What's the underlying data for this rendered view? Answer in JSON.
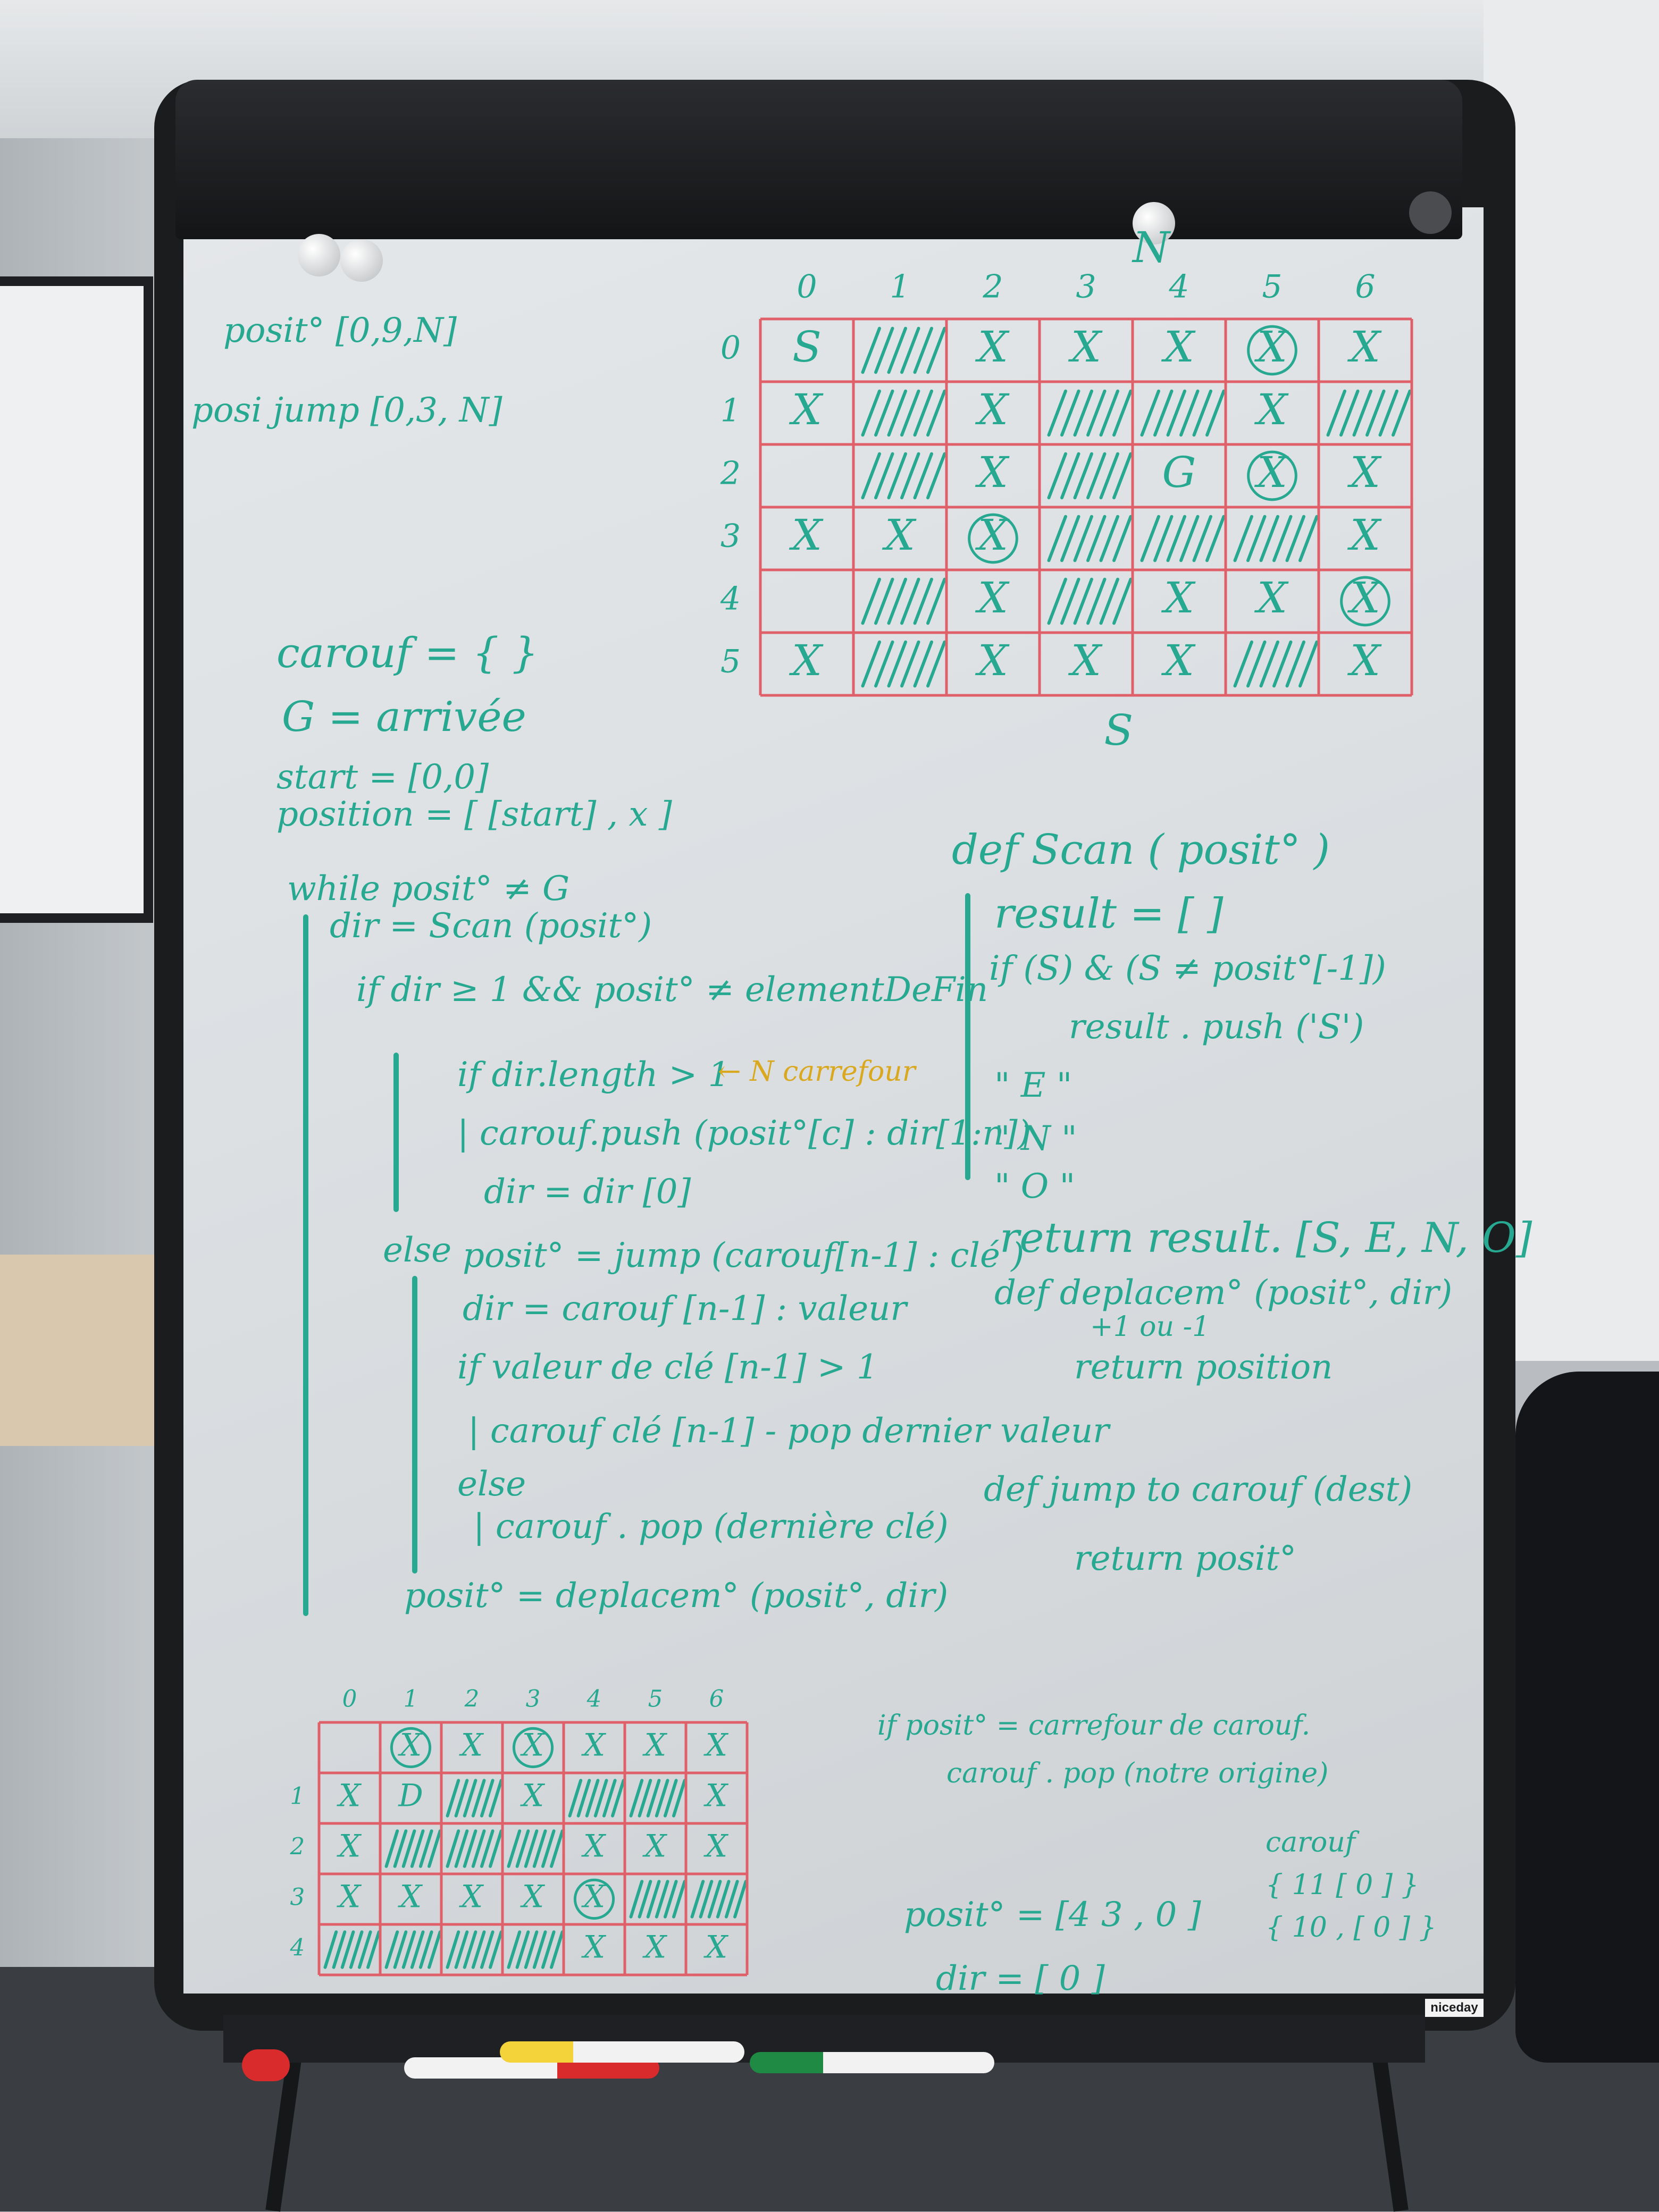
{
  "board": {
    "brand": "niceday",
    "notes": {
      "posit": "posit° [0,9,N]",
      "jump": "posi jump [0,3, N]",
      "carrefour": "carouf = { }",
      "g_arrivee": "G = arrivée",
      "start": "start = [0,0]",
      "position": "position = [ [start] , x ]",
      "while": "while posit° ≠ G",
      "dir_scan": "dir = Scan (posit°)",
      "if_dir": "if dir ≥ 1 && posit° ≠ elementDeFin",
      "if_length": "if dir.length > 1",
      "carrefour_note": "← N carrefour",
      "push": "| carouf.push (posit°[c] : dir[1:n])",
      "dir_assign": "dir = dir [0]",
      "else": "else",
      "posit_jump": "posit° = jump (carouf[n-1] : clé )",
      "dir_valeur": "dir = carouf [n-1] : valeur",
      "if_valeur": "if valeur de clé [n-1] > 1",
      "pop_last": "| carouf clé [n-1] - pop dernier valeur",
      "else2": "else",
      "pop": "| carouf . pop (dernière clé)",
      "deplacem": "posit° = deplacem° (posit°, dir)",
      "def_scan": "def Scan ( posit° )",
      "result_init": "result = [ ]",
      "if_s": "if (S) & (S ≠ posit°[-1])",
      "push_s": "result . push ('S')",
      "line_e": "\"  E  \"",
      "line_n": "\"  N  \"",
      "line_o": "\"  O  \"",
      "return_result": "return result. [S, E, N, O]",
      "def_deplacem": "def deplacem° (posit°, dir)",
      "plus_minus": "+1 ou -1",
      "return_position": "return position",
      "def_jump": "def jump to carouf (dest)",
      "return_posit": "return posit°",
      "if_posit": "if posit° = carrefour de carouf.",
      "carouf_pop": "carouf . pop (notre origine)",
      "bottom_posit": "posit° = [4 3 , 0 ]",
      "bottom_dir": "dir = [ 0 ]",
      "carouf_label": "carouf",
      "carouf_entry1": "{ 11 [ 0 ] }",
      "carouf_entry2": "{ 10 , [ 0 ] }"
    },
    "grid_top": {
      "col_headers": [
        "0",
        "1",
        "2",
        "3",
        "4",
        "5",
        "6"
      ],
      "row_headers": [
        "0",
        "1",
        "2",
        "3",
        "4",
        "5"
      ],
      "label_top": "N",
      "label_bottom": "S",
      "cells": [
        [
          "S",
          "#",
          "X",
          "X",
          "X",
          "(X)",
          "X"
        ],
        [
          "X",
          "#",
          "X",
          "#",
          "#",
          "X",
          "#"
        ],
        [
          "",
          "#",
          "X",
          "#",
          "G",
          "(X)",
          "X"
        ],
        [
          "X",
          "X",
          "(X)",
          "#",
          "#",
          "#",
          "X"
        ],
        [
          "",
          "#",
          "X",
          "#",
          "X",
          "X",
          "(X)"
        ],
        [
          "X",
          "#",
          "X",
          "X",
          "X",
          "#",
          "X"
        ]
      ]
    },
    "grid_bottom": {
      "col_headers": [
        "0",
        "1",
        "2",
        "3",
        "4",
        "5",
        "6"
      ],
      "row_headers": [
        "",
        "1",
        "2",
        "3",
        "4"
      ],
      "cells": [
        [
          "",
          "(X)",
          "X",
          "(X)",
          "X",
          "X",
          "X"
        ],
        [
          "X",
          "D",
          "#",
          "X",
          "#",
          "#",
          "X"
        ],
        [
          "X",
          "#",
          "#",
          "#",
          "X",
          "X",
          "X"
        ],
        [
          "X",
          "X",
          "X",
          "X",
          "(X)",
          "#",
          "#"
        ],
        [
          "#",
          "#",
          "#",
          "#",
          "X",
          "X",
          "X"
        ]
      ]
    },
    "colors": {
      "ink_green": "#27a890",
      "ink_red": "#e0606a",
      "ink_yellow": "#d9a81e"
    }
  }
}
